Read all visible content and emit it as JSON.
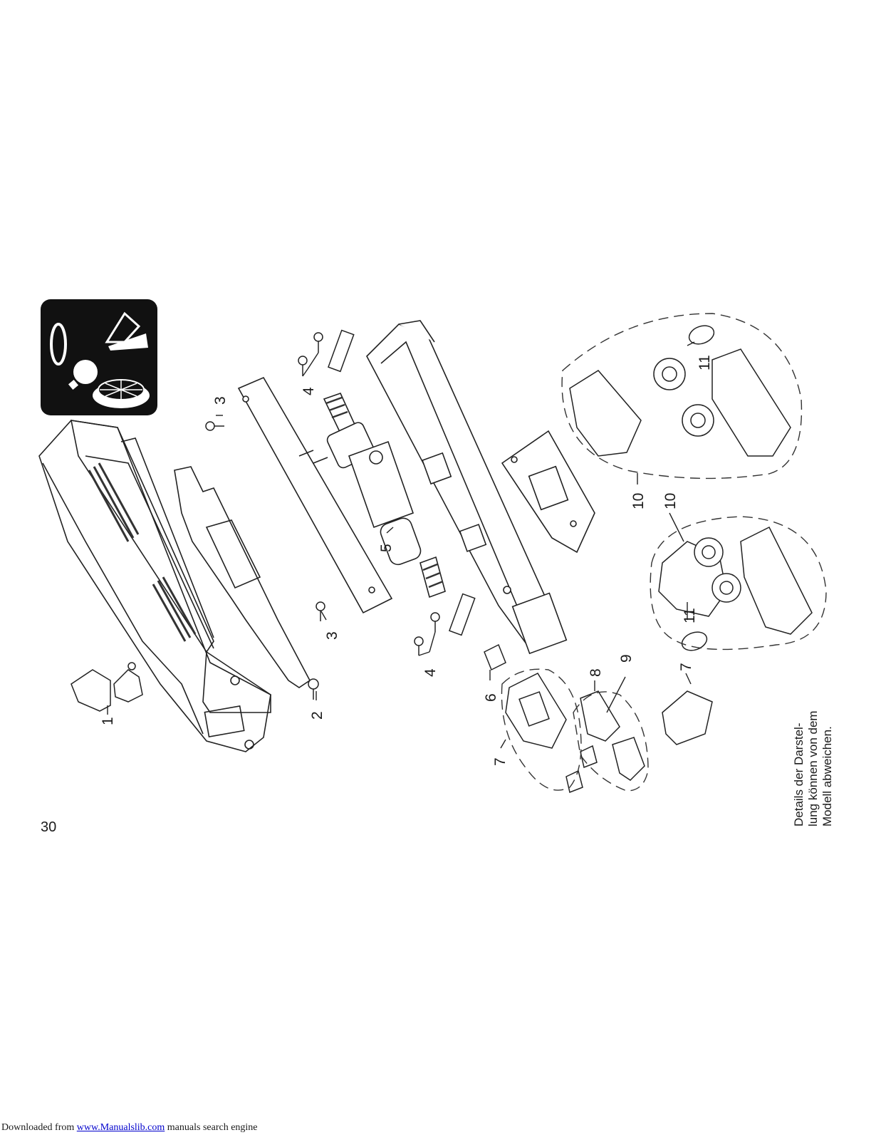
{
  "callouts": [
    {
      "id": "c1",
      "text": "1"
    },
    {
      "id": "c2",
      "text": "2"
    },
    {
      "id": "c3a",
      "text": "3"
    },
    {
      "id": "c3b",
      "text": "3"
    },
    {
      "id": "c4a",
      "text": "4"
    },
    {
      "id": "c4b",
      "text": "4"
    },
    {
      "id": "c5",
      "text": "5"
    },
    {
      "id": "c6",
      "text": "6"
    },
    {
      "id": "c7a",
      "text": "7"
    },
    {
      "id": "c7b",
      "text": "7"
    },
    {
      "id": "c8",
      "text": "8"
    },
    {
      "id": "c9",
      "text": "9"
    },
    {
      "id": "c10a",
      "text": "10"
    },
    {
      "id": "c10b",
      "text": "10"
    },
    {
      "id": "c11a",
      "text": "11"
    },
    {
      "id": "c11b",
      "text": "11"
    }
  ],
  "note": {
    "line1": "Details der Darstel-",
    "line2": "lung können von dem",
    "line3": "Modell abweichen."
  },
  "page_number": "30",
  "footer": {
    "prefix": "Downloaded from ",
    "link": "www.Manualslib.com",
    "suffix": " manuals search engine"
  }
}
